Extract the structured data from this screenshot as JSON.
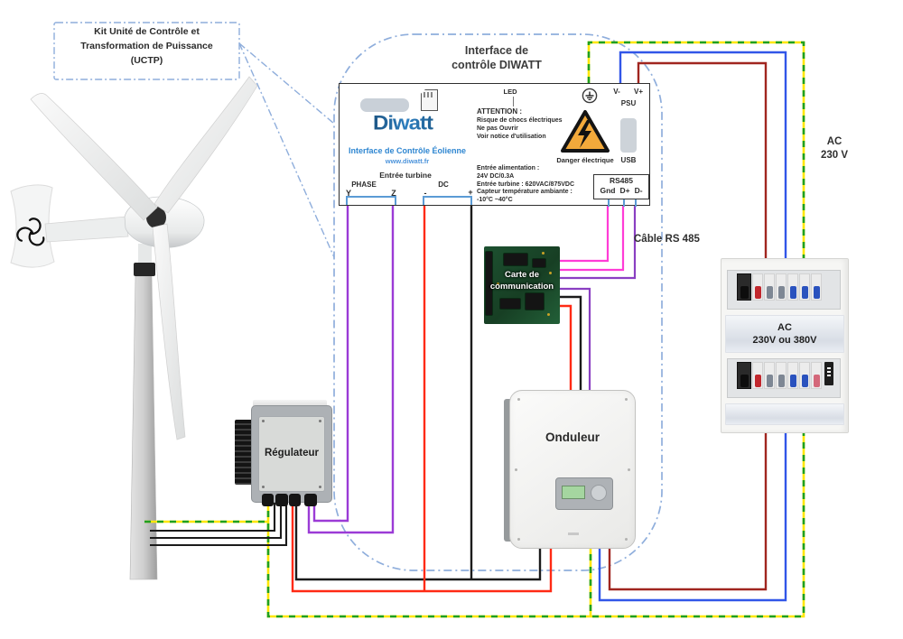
{
  "callout": {
    "line1": "Kit Unité de Contrôle et",
    "line2": "Transformation de Puissance",
    "line3": "(UCTP)"
  },
  "title": {
    "line1": "Interface de",
    "line2": "contrôle DIWATT"
  },
  "interface_box": {
    "logo": "Diwatt",
    "logo_subtitle": "Interface de Contrôle Éolienne",
    "logo_url": "www.diwatt.fr",
    "led": "LED",
    "v_minus": "V-",
    "v_plus": "V+",
    "psu": "PSU",
    "usb": "USB",
    "attention_title": "ATTENTION :",
    "attention": [
      "Risque de chocs électriques",
      "Ne pas Ouvrir",
      "Voir notice d'utilisation"
    ],
    "danger": "Danger électrique",
    "specs": [
      "Entrée alimentation :",
      "24V DC/0.3A",
      "Entrée turbine : 620VAC/875VDC",
      "Capteur température ambiante :",
      "-10°C ~40°C"
    ],
    "entree_turbine": "Entrée turbine",
    "phase": "PHASE",
    "dc": "DC",
    "term_y": "Y",
    "term_z": "Z",
    "term_minus": "-",
    "term_plus": "+",
    "rs485_title": "RS485",
    "rs485_gnd": "Gnd",
    "rs485_dp": "D+",
    "rs485_dm": "D-"
  },
  "labels": {
    "cable_rs485": "Câble RS 485",
    "ac_right_1": "AC",
    "ac_right_2": "230 V",
    "panel_ac_1": "AC",
    "panel_ac_2": "230V ou 380V"
  },
  "components": {
    "pcb_line1": "Carte de",
    "pcb_line2": "communication",
    "regulator": "Régulateur",
    "inverter": "Onduleur"
  },
  "colors": {
    "earth-yellow": "#FFE600",
    "earth-green": "#1FA01F",
    "ac-blue": "#3156E8",
    "ac-dark-red": "#A0251F",
    "dc-red": "#FF2A14",
    "wire-black": "#1B1B1B",
    "phase-purple": "#9B3BD6",
    "rs485-magenta": "#FF3CD6",
    "rs485-purple": "#8A3FC2",
    "boundary-blue": "#8FAEDC",
    "terminal-blue": "#5B9BD5",
    "warning-amber": "#F2A93B",
    "logo-blue": "#1C5A94",
    "brand-blue": "#2E86D1"
  }
}
